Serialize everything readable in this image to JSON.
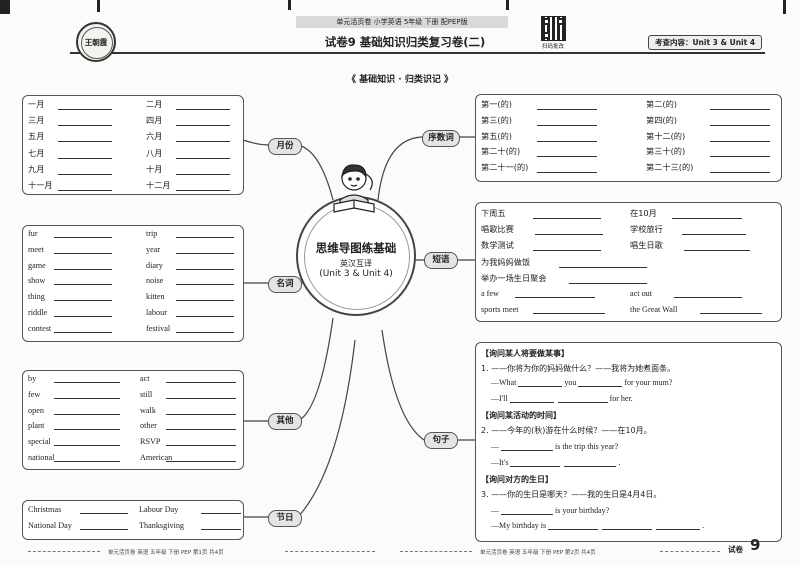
{
  "header": {
    "series": "单元活页卷  小学英语  5年级  下册  配PEP版",
    "title": "试卷9   基础知识归类复习卷(二)",
    "scan_label": "扫码批改",
    "scope": "考查内容：Unit 3 & Unit 4",
    "logo_text": "王朝霞",
    "banner": "《 基础知识 · 归类识记 》"
  },
  "center": {
    "title": "思维导图练基础",
    "subtitle": "英汉互译",
    "units": "(Unit 3 & Unit 4)"
  },
  "months": {
    "tag": "月份",
    "items": [
      "一月",
      "二月",
      "三月",
      "四月",
      "五月",
      "六月",
      "七月",
      "八月",
      "九月",
      "十月",
      "十一月",
      "十二月"
    ]
  },
  "nouns": {
    "tag": "名词",
    "items": [
      "fur",
      "trip",
      "meet",
      "year",
      "game",
      "diary",
      "show",
      "noise",
      "thing",
      "kitten",
      "riddle",
      "labour",
      "contest",
      "festival"
    ]
  },
  "others": {
    "tag": "其他",
    "items": [
      "by",
      "act",
      "few",
      "still",
      "open",
      "walk",
      "plant",
      "other",
      "special",
      "RSVP",
      "national",
      "American"
    ]
  },
  "festivals": {
    "tag": "节日",
    "items": [
      "Christmas",
      "Labour Day",
      "National Day",
      "Thanksgiving"
    ]
  },
  "ordinals": {
    "tag": "序数词",
    "items": [
      "第一(的)",
      "第二(的)",
      "第三(的)",
      "第四(的)",
      "第五(的)",
      "第十二(的)",
      "第二十(的)",
      "第三十(的)",
      "第二十一(的)",
      "第二十三(的)"
    ]
  },
  "phrases": {
    "tag": "短语",
    "items": [
      "下周五",
      "在10月",
      "唱歌比赛",
      "学校旅行",
      "数学测试",
      "唱生日歌",
      "为我妈妈做饭",
      "举办一场生日聚会",
      "a few",
      "act out",
      "sports meet",
      "the Great Wall"
    ]
  },
  "sentences": {
    "tag": "句子",
    "h1": "【询问某人将要做某事】",
    "q1": "1. ——你将为你的妈妈做什么？——我将为她煮面条。",
    "q1a_1": "—What",
    "q1a_2": "you",
    "q1a_3": "for your mum?",
    "q1b_1": "—I'll",
    "q1b_2": "for her.",
    "h2": "【询问某活动的时间】",
    "q2": "2. ——今年的(秋)游在什么时候？——在10月。",
    "q2a_1": "—",
    "q2a_2": "is the trip this year?",
    "q2b_1": "—It's",
    "q2b_2": ".",
    "h3": "【询问对方的生日】",
    "q3": "3. ——你的生日是哪天？——我的生日是4月4日。",
    "q3a_1": "—",
    "q3a_2": "is your birthday?",
    "q3b_1": "—My birthday is",
    "q3b_2": "."
  },
  "footer": {
    "left": "单元活页卷   英语   五年级   下册   PEP   第1页   共4页",
    "right": "单元活页卷   英语   五年级   下册   PEP   第2页   共4页",
    "paper_label": "试卷",
    "paper_num": "9"
  }
}
